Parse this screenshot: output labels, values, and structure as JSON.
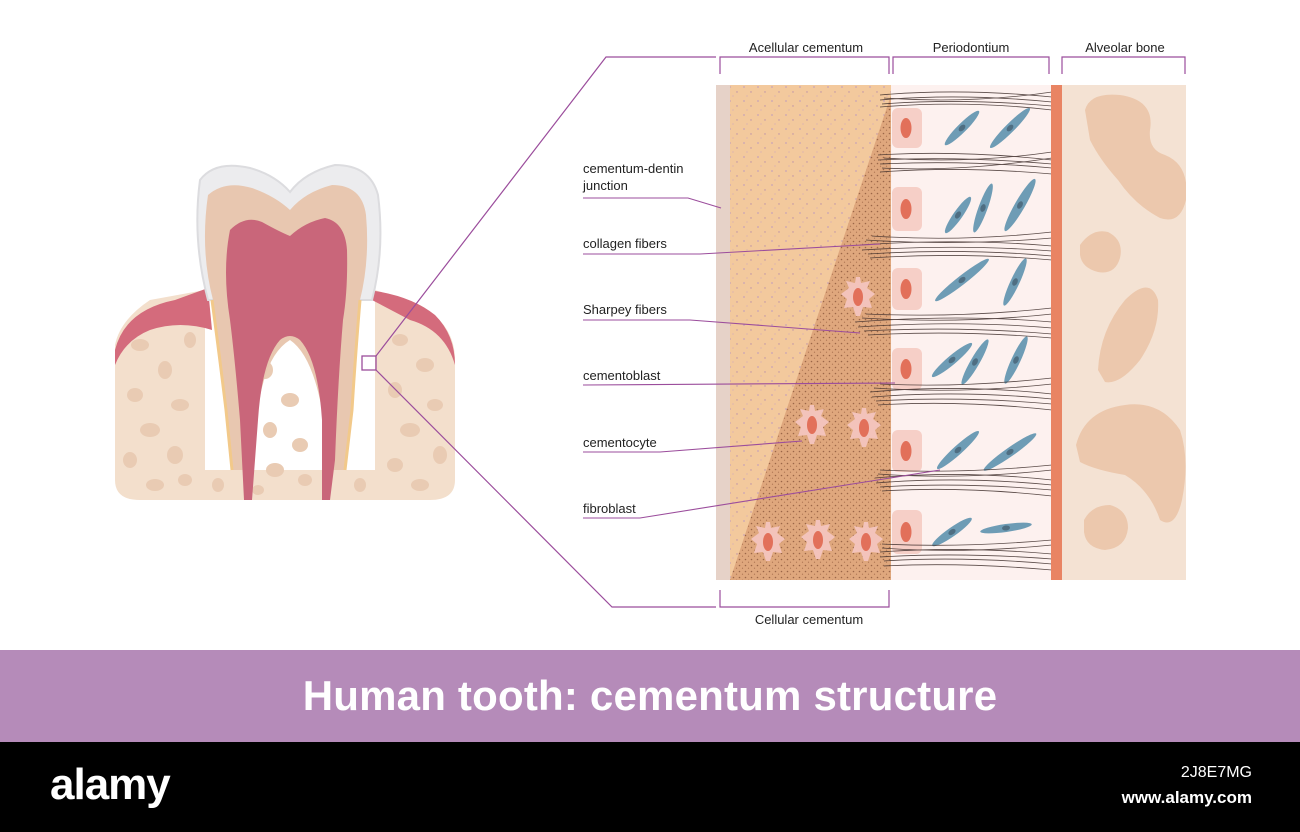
{
  "title": "Human tooth: cementum structure",
  "headers": {
    "acellular": "Acellular cementum",
    "periodontium": "Periodontium",
    "alveolar": "Alveolar bone",
    "cellular": "Cellular cementum"
  },
  "labels": {
    "cdj_line1": "cementum-dentin",
    "cdj_line2": "junction",
    "collagen": "collagen fibers",
    "sharpey": "Sharpey fibers",
    "cementoblast": "cementoblast",
    "cementocyte": "cementocyte",
    "fibroblast": "fibroblast"
  },
  "watermark": {
    "logo": "alamy",
    "image_id": "2J8E7MG",
    "url": "www.alamy.com"
  },
  "colors": {
    "banner": "#b58bb9",
    "leader": "#9b4d9c",
    "cementum": "#f3c99d",
    "periodontium": "#fdf1ef",
    "alveolar": "#f4e2d3",
    "fibroblast": "#6e9cb5",
    "cell_nucleus": "#e2705a"
  }
}
